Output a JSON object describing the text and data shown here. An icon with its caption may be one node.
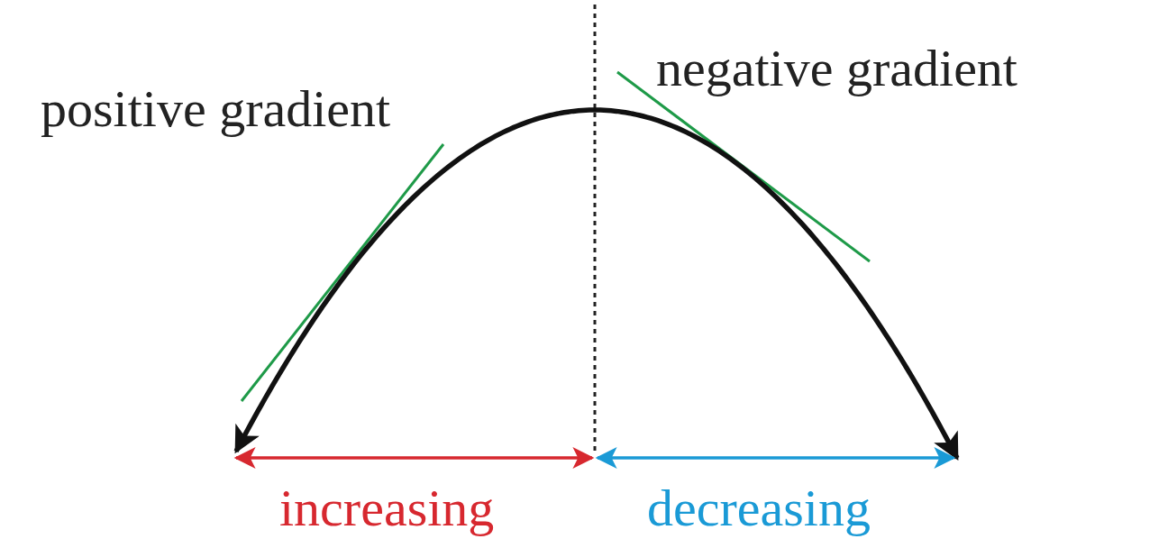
{
  "diagram": {
    "labels": [
      "positive gradient",
      "negative gradient",
      "increasing",
      "decreasing"
    ]
  }
}
